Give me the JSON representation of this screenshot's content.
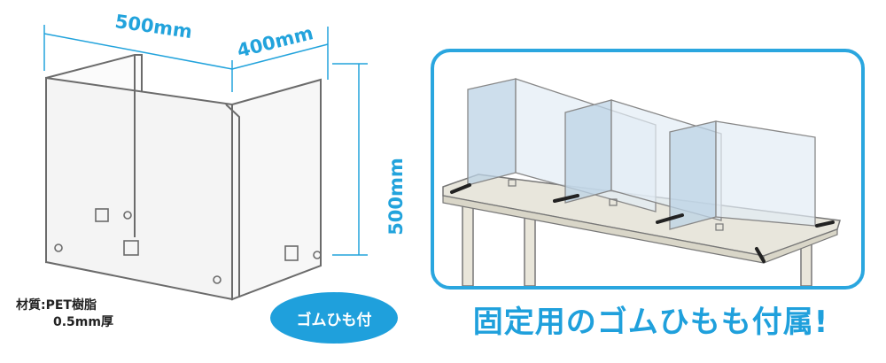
{
  "dimensions": {
    "width_label": "500mm",
    "depth_label": "400mm",
    "height_label": "500mm"
  },
  "material": {
    "line1": "材質:PET樹脂",
    "line2": "0.5mm厚"
  },
  "badge": {
    "label": "ゴムひも付"
  },
  "caption": {
    "text": "固定用のゴムひもも付属!"
  },
  "colors": {
    "accent": "#1fa0dc",
    "panel_tint": "#bcd3e6",
    "desk_top": "#e8e6dc",
    "outline": "#6b6b6b"
  },
  "icons": [
    "partition-panel-illustration",
    "desk-with-partitions-illustration"
  ]
}
